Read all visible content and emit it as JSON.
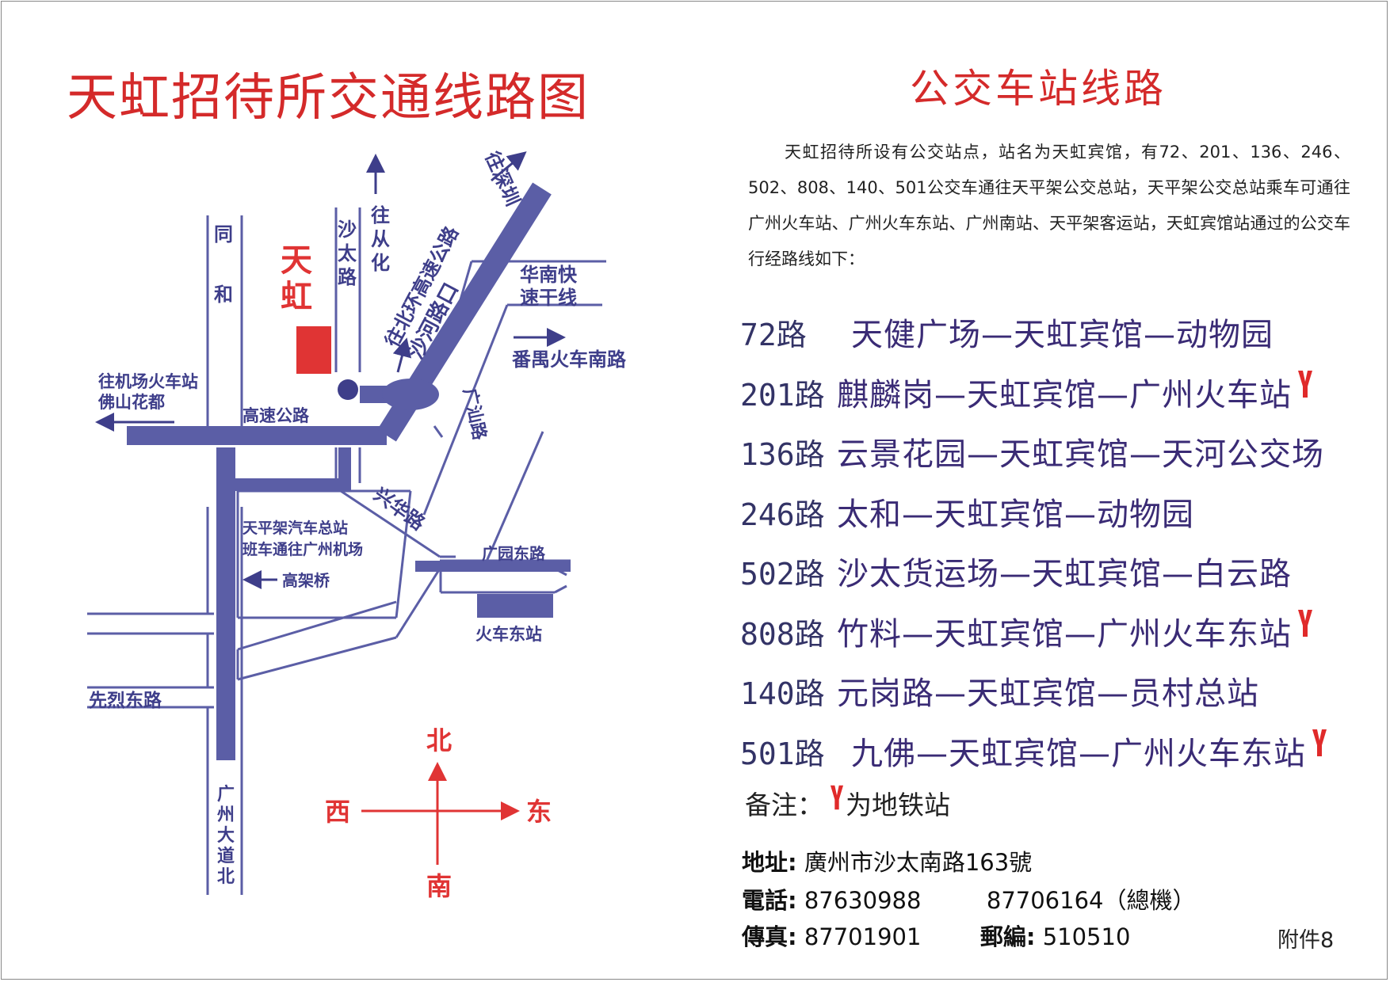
{
  "colors": {
    "title": "#d42a2a",
    "road": "#5b5ea6",
    "road_label": "#3e3e8a",
    "marker": "#e03434",
    "metro": "#e02a2a",
    "route_text": "#3a2b75"
  },
  "map": {
    "title": "天虹招待所交通线路图",
    "labels": {
      "tonghe": "同和",
      "tianhong": "天虹",
      "shatai_road": "沙太路",
      "to_conghua_prefix": "往",
      "to_conghua": "从化",
      "to_shenzhen": "往深圳",
      "north_ring_expressway": "往北环高速公路",
      "shahe_entrance": "沙河路口",
      "south_china_expressway_1": "华南快",
      "south_china_expressway_2": "速干线",
      "panyu_railway_south": "番禺火车南路",
      "to_airport_station": "往机场火车站",
      "foshan_huadu": "佛山花都",
      "expressway": "高速公路",
      "guangshan_road": "广汕路",
      "xinghua_road": "兴华路",
      "tianpingjia_station": "天平架汽车总站",
      "shuttle_to_airport": "班车通往广州机场",
      "viaduct": "高架桥",
      "guangyuan_east_road": "广园东路",
      "east_railway_station": "火车东站",
      "xianlie_east_road": "先烈东路",
      "guangzhou_avenue_north": "广州大道北"
    },
    "compass": {
      "north": "北",
      "south": "南",
      "east": "东",
      "west": "西"
    }
  },
  "bus": {
    "title": "公交车站线路",
    "intro": "天虹招待所设有公交站点，站名为天虹宾馆，有72、201、136、246、502、808、140、501公交车通往天平架公交总站，天平架公交总站乘车可通往广州火车站、广州火车东站、广州南站、天平架客运站，天虹宾馆站通过的公交车行经路线如下：",
    "routes": [
      {
        "number": "72路",
        "stops": "天健广场—天虹宾馆—动物园",
        "metro": false
      },
      {
        "number": "201路",
        "stops": "麒麟岗—天虹宾馆—广州火车站",
        "metro": true
      },
      {
        "number": "136路",
        "stops": "云景花园—天虹宾馆—天河公交场",
        "metro": false
      },
      {
        "number": "246路",
        "stops": "太和—天虹宾馆—动物园",
        "metro": false
      },
      {
        "number": "502路",
        "stops": "沙太货运场—天虹宾馆—白云路",
        "metro": false
      },
      {
        "number": "808路",
        "stops": "竹料—天虹宾馆—广州火车东站",
        "metro": true
      },
      {
        "number": "140路",
        "stops": "元岗路—天虹宾馆—员村总站",
        "metro": false
      },
      {
        "number": "501路",
        "stops": "九佛—天虹宾馆—广州火车东站",
        "metro": true
      }
    ],
    "note_prefix": "备注：",
    "note_suffix": "为地铁站"
  },
  "contact": {
    "address_label": "地址:",
    "address": "廣州市沙太南路163號",
    "phone_label": "電話:",
    "phone1": "87630988",
    "phone2": "87706164（總機）",
    "fax_label": "傳真:",
    "fax": "87701901",
    "postcode_label": "郵編:",
    "postcode": "510510"
  },
  "annex": "附件8"
}
